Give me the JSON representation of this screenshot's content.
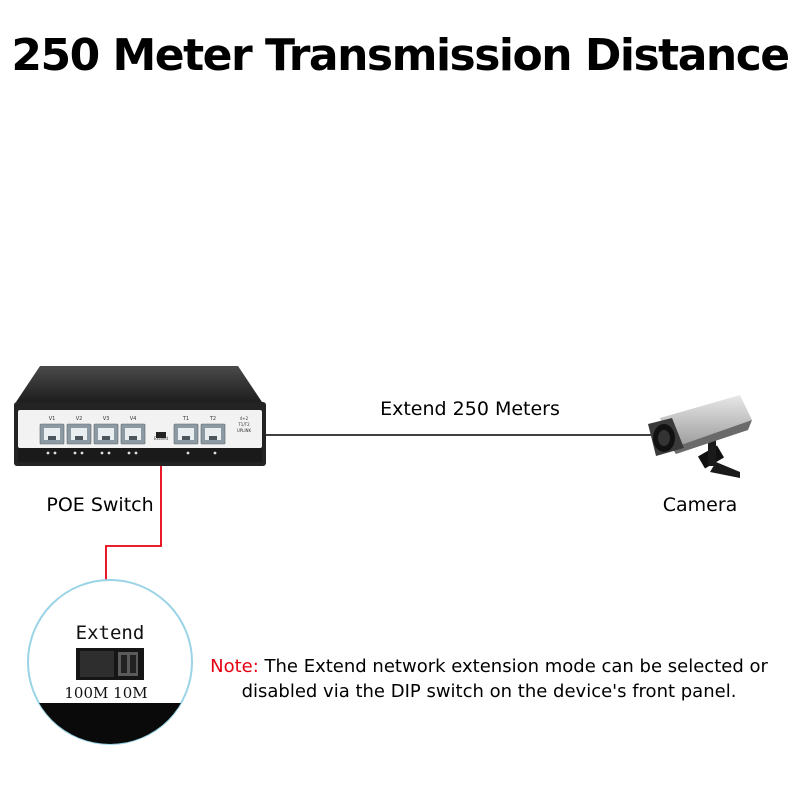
{
  "title": "250 Meter Transmission Distance",
  "labels": {
    "extend_line": "Extend 250 Meters",
    "switch": "POE Switch",
    "camera": "Camera"
  },
  "switch_panel": {
    "port_labels": [
      "V1",
      "V2",
      "V3",
      "V4",
      "T1",
      "T2"
    ],
    "extend_mark": "Extend",
    "uplink_text": [
      "4+2",
      "T1/T2",
      "UPLINK"
    ]
  },
  "inset": {
    "heading": "Extend",
    "options": "100M 10M"
  },
  "note": {
    "prefix": "Note:",
    "line1": " The Extend network extension mode can be selected or",
    "line2": "disabled via the DIP switch on the device's front panel."
  },
  "colors": {
    "accent_red": "#e60012",
    "circle_outline": "#9ad4e6",
    "device_body": "#2b2b2b"
  },
  "icons": [
    "rj45-port-icon",
    "dip-switch-icon",
    "cctv-camera-icon"
  ]
}
